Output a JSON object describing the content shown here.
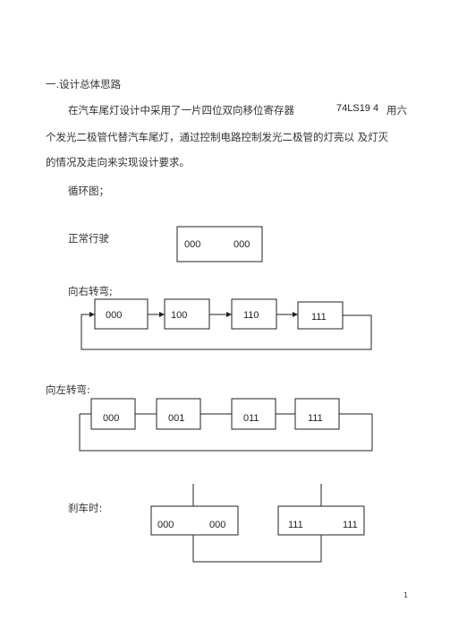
{
  "heading": "一.设计总体思路",
  "para": {
    "line1_a": "在汽车尾灯设计中采用了一片四位双向移位寄存器",
    "line1_b": "74LS19 4",
    "line1_c": "用六",
    "line2": "个发光二极管代替汽车尾灯，通过控制电路控制发光二极管的灯亮以 及灯灭",
    "line3": "的情况及走向来实现设计要求。"
  },
  "cycle_label": "循环图；",
  "normal": {
    "label": "正常行驶",
    "left": "000",
    "right": "000"
  },
  "right_turn": {
    "label": "向右转弯;",
    "states": [
      "000",
      "100",
      "110",
      "111"
    ]
  },
  "left_turn": {
    "label": "向左转弯:",
    "states": [
      "000",
      "001",
      "011",
      "111"
    ]
  },
  "brake": {
    "label": "刹车时:",
    "left_a": "000",
    "left_b": "000",
    "right_a": "111",
    "right_b": "111"
  },
  "page_number": "1"
}
